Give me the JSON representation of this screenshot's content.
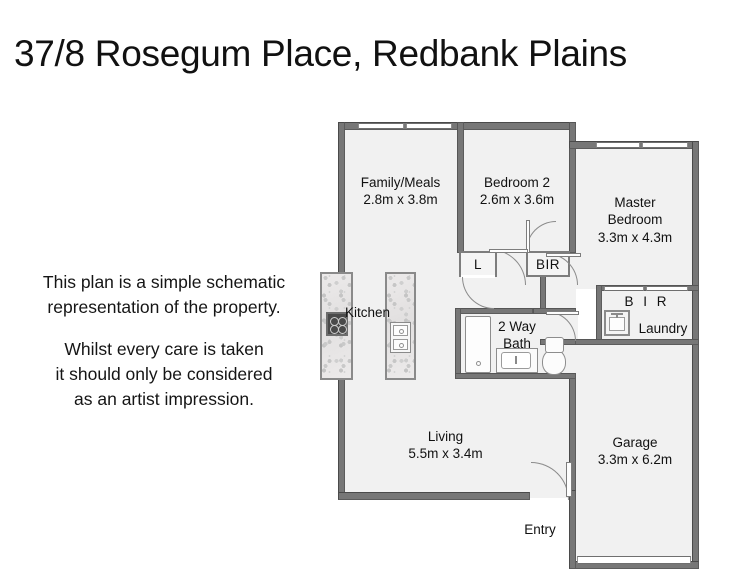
{
  "page": {
    "title": "37/8 Rosegum Place, Redbank Plains"
  },
  "disclaimer": {
    "line1": "This plan is a simple schematic",
    "line2": "representation of the property.",
    "line3": "Whilst every care is taken",
    "line4": "it should only be considered",
    "line5": "as an artist impression."
  },
  "floorplan": {
    "colors": {
      "wall": "#777777",
      "room_fill": "#f1f1f1",
      "window": "#ffffff",
      "text": "#111111",
      "bench": "#e6e4e4"
    },
    "rooms": [
      {
        "key": "family_meals",
        "name": "Family/Meals",
        "dimensions": "2.8m x 3.8m"
      },
      {
        "key": "bedroom_2",
        "name": "Bedroom 2",
        "dimensions": "2.6m x 3.6m"
      },
      {
        "key": "master_bedroom",
        "name": "Master",
        "name2": "Bedroom",
        "dimensions": "3.3m x 4.3m"
      },
      {
        "key": "kitchen",
        "name": "Kitchen",
        "dimensions": ""
      },
      {
        "key": "two_way_bath",
        "name": "2 Way",
        "name2": "Bath",
        "dimensions": ""
      },
      {
        "key": "laundry",
        "name": "Laundry",
        "dimensions": ""
      },
      {
        "key": "living",
        "name": "Living",
        "dimensions": "5.5m x 3.4m"
      },
      {
        "key": "garage",
        "name": "Garage",
        "dimensions": "3.3m x 6.2m"
      }
    ],
    "annotations": {
      "linen": "L",
      "bir_bedroom2": "BIR",
      "bir_master": "B I R",
      "entry": "Entry"
    }
  }
}
